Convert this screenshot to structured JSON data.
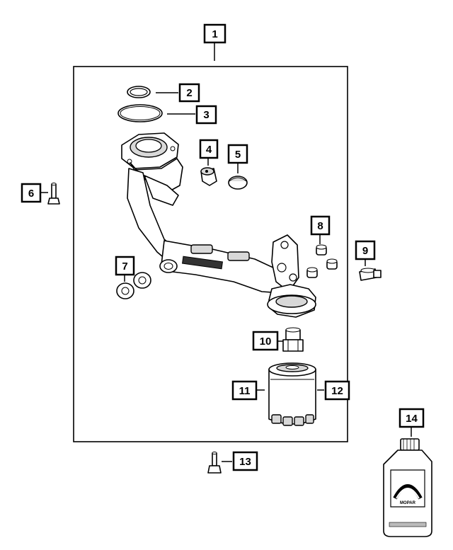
{
  "callouts": [
    {
      "id": "c1",
      "label": "1"
    },
    {
      "id": "c2",
      "label": "2"
    },
    {
      "id": "c3",
      "label": "3"
    },
    {
      "id": "c4",
      "label": "4"
    },
    {
      "id": "c5",
      "label": "5"
    },
    {
      "id": "c6",
      "label": "6"
    },
    {
      "id": "c7",
      "label": "7"
    },
    {
      "id": "c8",
      "label": "8"
    },
    {
      "id": "c9",
      "label": "9"
    },
    {
      "id": "c10",
      "label": "10"
    },
    {
      "id": "c11",
      "label": "11"
    },
    {
      "id": "c12",
      "label": "12"
    },
    {
      "id": "c13",
      "label": "13"
    },
    {
      "id": "c14",
      "label": "14"
    }
  ],
  "bottle": {
    "brand": "MOPAR"
  },
  "colors": {
    "line": "#000000",
    "background": "#ffffff",
    "shade": "#d8d8d8"
  }
}
